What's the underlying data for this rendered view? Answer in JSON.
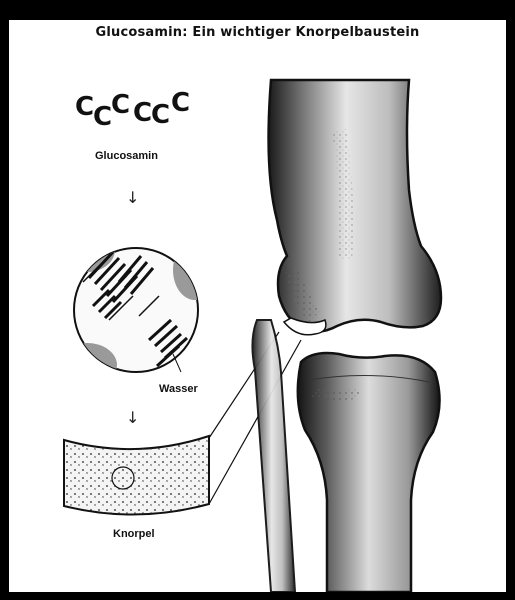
{
  "title": "Glucosamin: Ein wichtiger Knorpelbaustein",
  "molecule": {
    "glyph": "C",
    "label": "Glucosamin"
  },
  "labels": {
    "water": "Wasser",
    "cartilage": "Knorpel"
  },
  "arrow_glyph": "↓",
  "colors": {
    "frame": "#000000",
    "background": "#ffffff",
    "ink": "#111111",
    "bone_shade": "#3a3a3a",
    "gray_fill": "#9a9a9a"
  }
}
